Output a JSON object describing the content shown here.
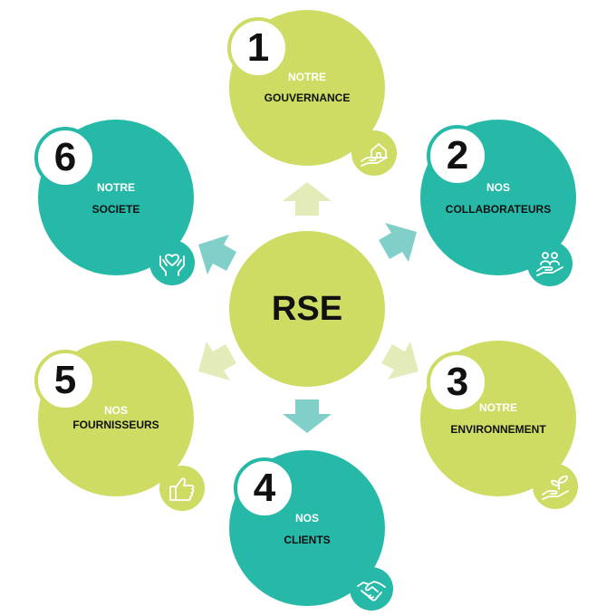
{
  "center": {
    "label": "RSE"
  },
  "nodes": [
    {
      "number": "1",
      "line1": "NOTRE",
      "line2": "GOUVERNANCE",
      "icon": "house-in-hand-icon",
      "color": "#cedc63"
    },
    {
      "number": "2",
      "line1": "NOS",
      "line2": "COLLABORATEURS",
      "icon": "people-in-hand-icon",
      "color": "#26b9a8"
    },
    {
      "number": "3",
      "line1": "NOTRE",
      "line2": "ENVIRONNEMENT",
      "icon": "plant-in-hand-icon",
      "color": "#cedc63"
    },
    {
      "number": "4",
      "line1": "NOS",
      "line2": "CLIENTS",
      "icon": "handshake-icon",
      "color": "#26b9a8"
    },
    {
      "number": "5",
      "line1": "NOS",
      "line2": "FOURNISSEURS",
      "icon": "thumbs-up-icon",
      "color": "#cedc63"
    },
    {
      "number": "6",
      "line1": "NOTRE",
      "line2": "SOCIETE",
      "icon": "heart-in-hands-icon",
      "color": "#26b9a8"
    }
  ],
  "colors": {
    "lime": "#cedc63",
    "teal": "#26b9a8",
    "lime_arrow": "#e3ebb8",
    "teal_arrow": "#80cfc8"
  }
}
